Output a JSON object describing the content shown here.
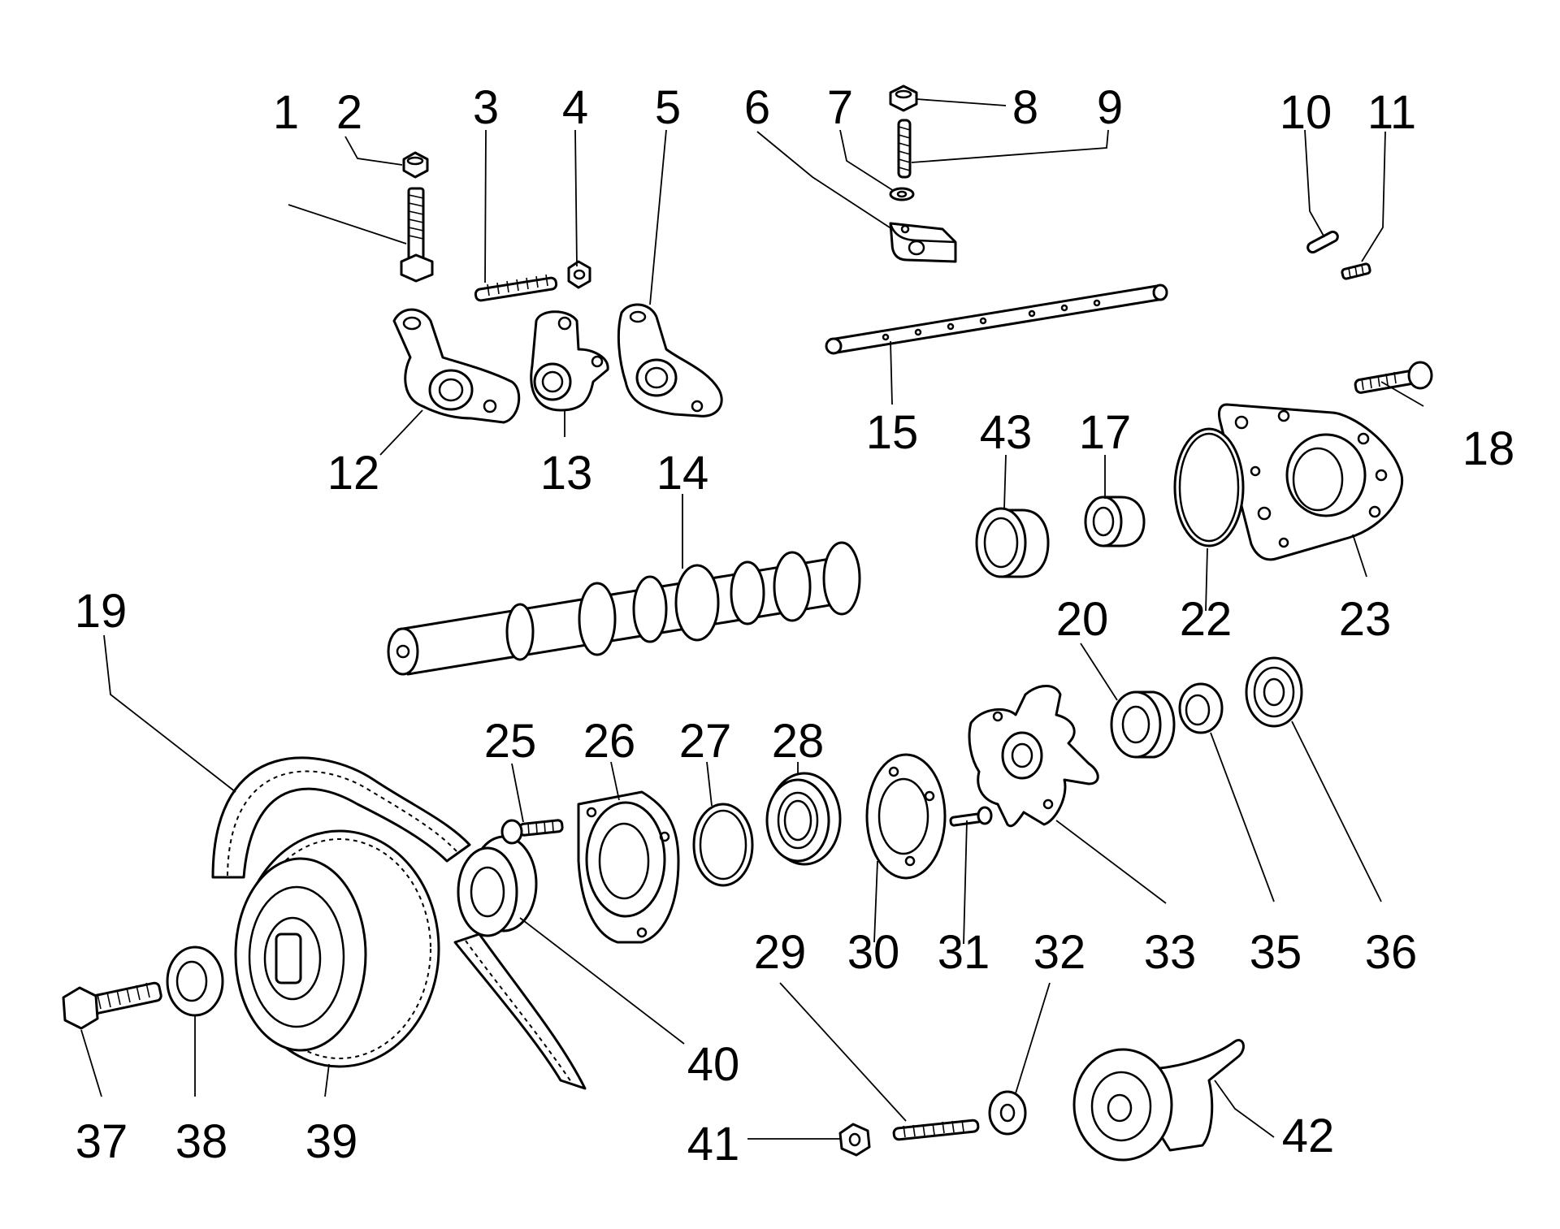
{
  "diagram": {
    "background": "#ffffff",
    "ink": "#000000",
    "callouts": [
      {
        "id": "p1",
        "label": "1"
      },
      {
        "id": "p2",
        "label": "2"
      },
      {
        "id": "p3",
        "label": "3"
      },
      {
        "id": "p4",
        "label": "4"
      },
      {
        "id": "p5",
        "label": "5"
      },
      {
        "id": "p6",
        "label": "6"
      },
      {
        "id": "p7",
        "label": "7"
      },
      {
        "id": "p8",
        "label": "8"
      },
      {
        "id": "p9",
        "label": "9"
      },
      {
        "id": "p10",
        "label": "10"
      },
      {
        "id": "p11",
        "label": "11"
      },
      {
        "id": "p12",
        "label": "12"
      },
      {
        "id": "p13",
        "label": "13"
      },
      {
        "id": "p14",
        "label": "14"
      },
      {
        "id": "p15",
        "label": "15"
      },
      {
        "id": "p17",
        "label": "17"
      },
      {
        "id": "p18",
        "label": "18"
      },
      {
        "id": "p19",
        "label": "19"
      },
      {
        "id": "p20",
        "label": "20"
      },
      {
        "id": "p22",
        "label": "22"
      },
      {
        "id": "p23",
        "label": "23"
      },
      {
        "id": "p25",
        "label": "25"
      },
      {
        "id": "p26",
        "label": "26"
      },
      {
        "id": "p27",
        "label": "27"
      },
      {
        "id": "p28",
        "label": "28"
      },
      {
        "id": "p29",
        "label": "29"
      },
      {
        "id": "p30",
        "label": "30"
      },
      {
        "id": "p31",
        "label": "31"
      },
      {
        "id": "p32",
        "label": "32"
      },
      {
        "id": "p33",
        "label": "33"
      },
      {
        "id": "p35",
        "label": "35"
      },
      {
        "id": "p36",
        "label": "36"
      },
      {
        "id": "p37",
        "label": "37"
      },
      {
        "id": "p38",
        "label": "38"
      },
      {
        "id": "p39",
        "label": "39"
      },
      {
        "id": "p40",
        "label": "40"
      },
      {
        "id": "p41",
        "label": "41"
      },
      {
        "id": "p42",
        "label": "42"
      },
      {
        "id": "p43",
        "label": "43"
      }
    ]
  }
}
